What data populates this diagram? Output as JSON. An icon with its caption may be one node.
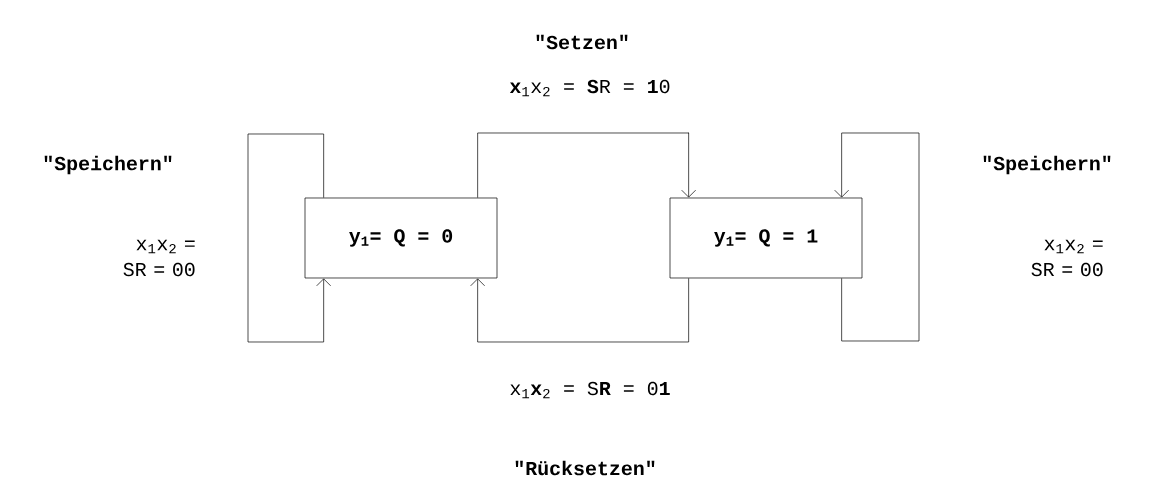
{
  "diagram": {
    "nodes": [
      {
        "text": [
          "y$_{1}$= Q = 0"
        ]
      },
      {
        "text": [
          "y$_{1}$= Q = 1"
        ]
      }
    ],
    "edges": [
      {
        "from": 0,
        "to": 0,
        "arrow": "to"
      },
      {
        "from": 0,
        "to": 1,
        "arrow": "to"
      },
      {
        "from": 1,
        "to": 0,
        "arrow": "to"
      },
      {
        "from": 1,
        "to": 1,
        "arrow": "to"
      }
    ],
    "labels": [
      "\"Setzen\"",
      "**x**$_{1}$x$_{2}$ = **S**R = **1**0",
      "\"Speichern\"",
      "x$_{1}$x$_{2}$ = SR = 00",
      "\"Speichern\"",
      "x$_{1}$x$_{2}$ = SR = 00",
      "x$_{1}$**x**$_{2}$ = S**R** = 0**1**",
      "\"Rücksetzen\""
    ]
  }
}
